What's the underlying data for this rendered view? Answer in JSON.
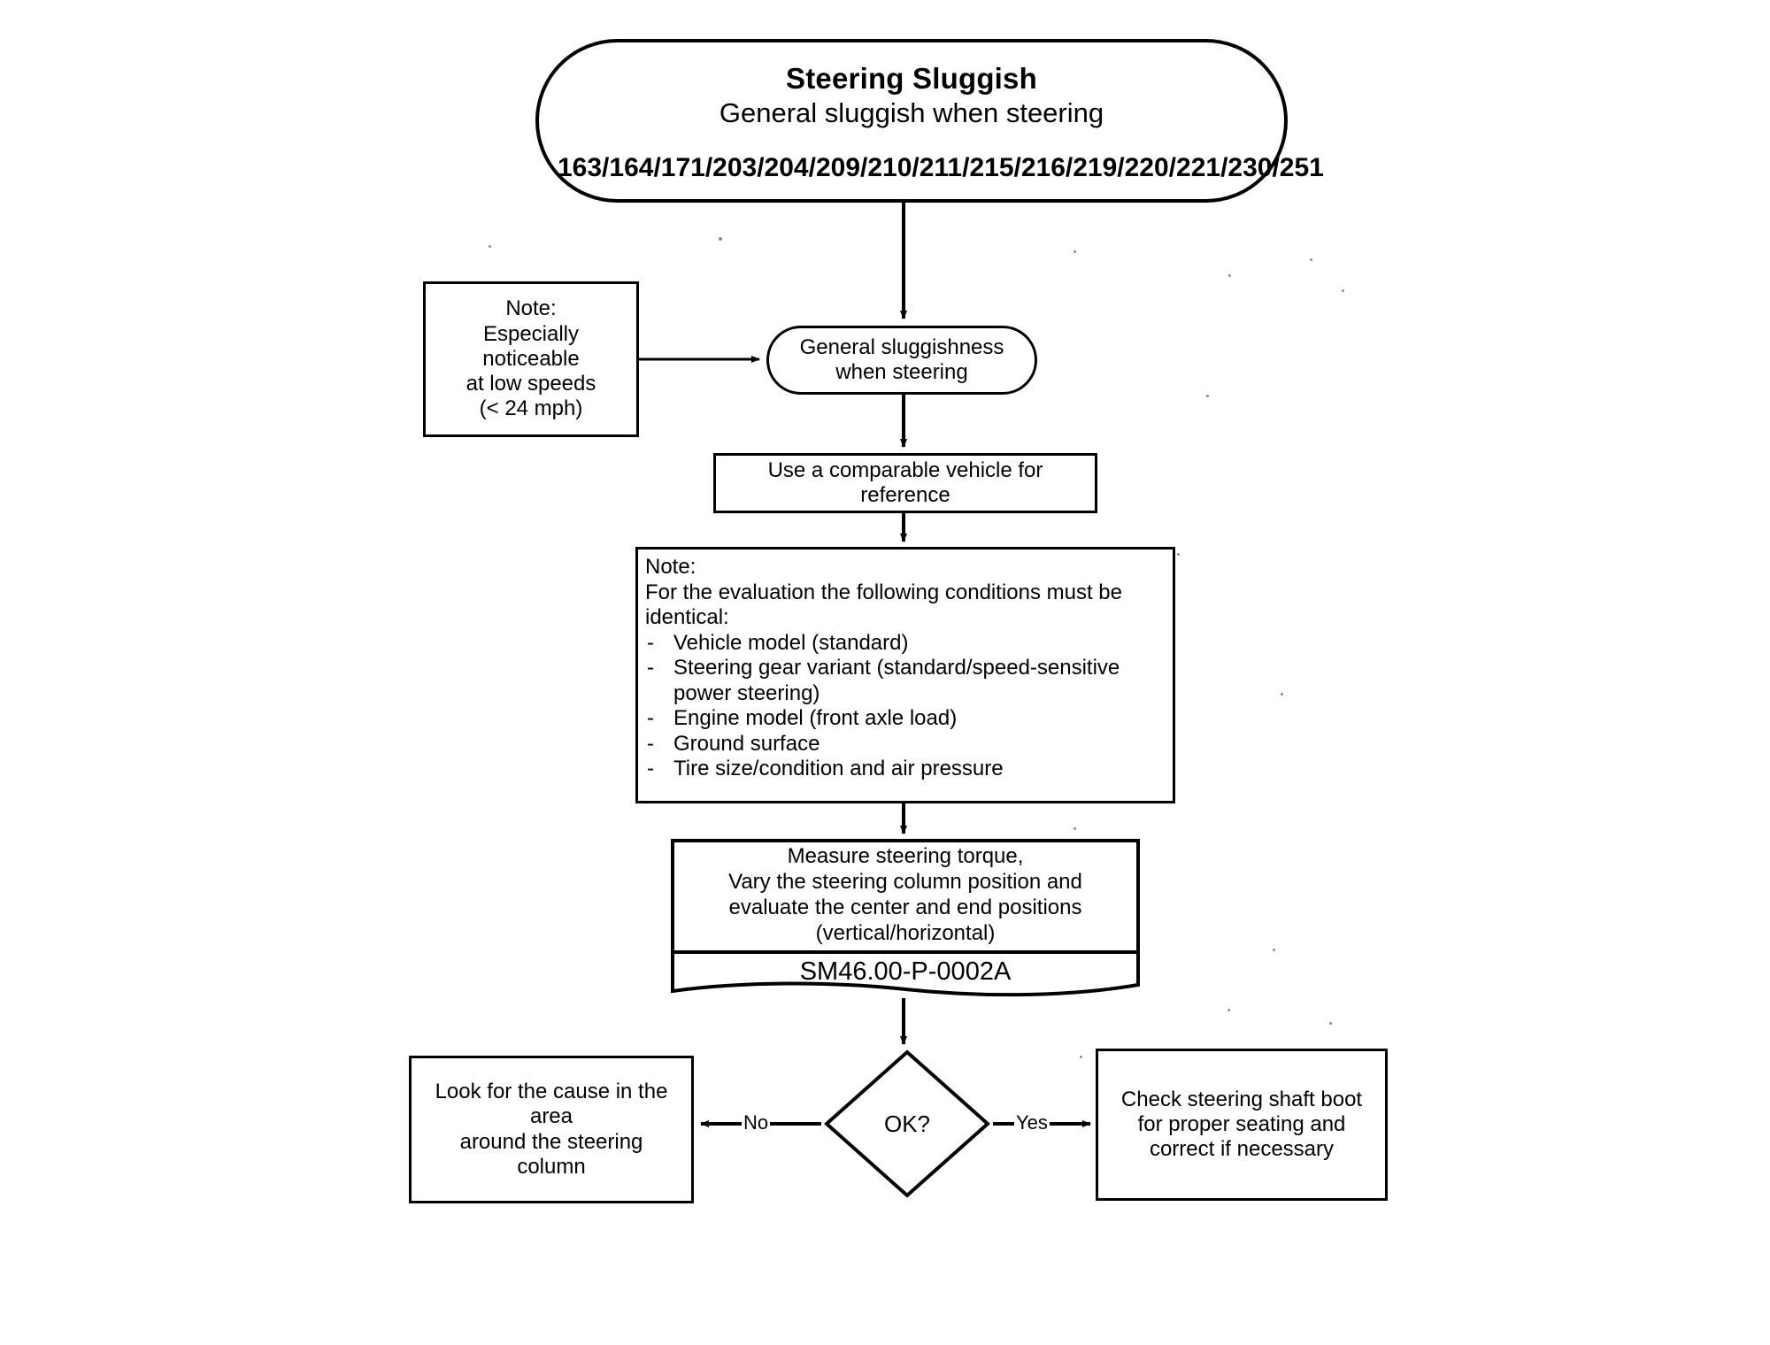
{
  "diagram": {
    "title_main": "Steering Sluggish",
    "title_sub": "General sluggish when steering",
    "title_codes": "163/164/171/203/204/209/210/211/215/216/219/220/221/230/251"
  },
  "nodes": {
    "note_speed": {
      "line1": "Note:",
      "line2": "Especially",
      "line3": "noticeable",
      "line4": "at low speeds",
      "line5": "(< 24 mph)"
    },
    "oval_general": {
      "line1": "General sluggishness",
      "line2": "when steering"
    },
    "box_reference": {
      "line1": "Use a comparable vehicle for",
      "line2": "reference"
    },
    "note_conditions": {
      "lead1": "Note:",
      "lead2": "For the evaluation the following conditions must be",
      "lead3": "identical:",
      "bullet_marker": "-",
      "bullets": [
        "Vehicle model (standard)",
        "Steering gear variant (standard/speed-sensitive power steering)",
        "Engine model (front axle load)",
        "Ground surface",
        "Tire size/condition and air pressure"
      ]
    },
    "doc_measure": {
      "line1": "Measure steering torque,",
      "line2": "Vary the steering column position and",
      "line3": "evaluate the center and end positions",
      "line4": "(vertical/horizontal)",
      "code": "SM46.00-P-0002A"
    },
    "diamond_ok": {
      "label": "OK?"
    },
    "box_no_branch": {
      "line1": "Look for the cause in the",
      "line2": "area",
      "line3": "around the steering",
      "line4": "column"
    },
    "box_yes_branch": {
      "line1": "Check steering shaft boot",
      "line2": "for proper seating and",
      "line3": "correct if necessary"
    }
  },
  "edges": {
    "no_label": "No",
    "yes_label": "Yes"
  },
  "colors": {
    "stroke": "#000000",
    "background": "#ffffff",
    "text": "#000000"
  }
}
